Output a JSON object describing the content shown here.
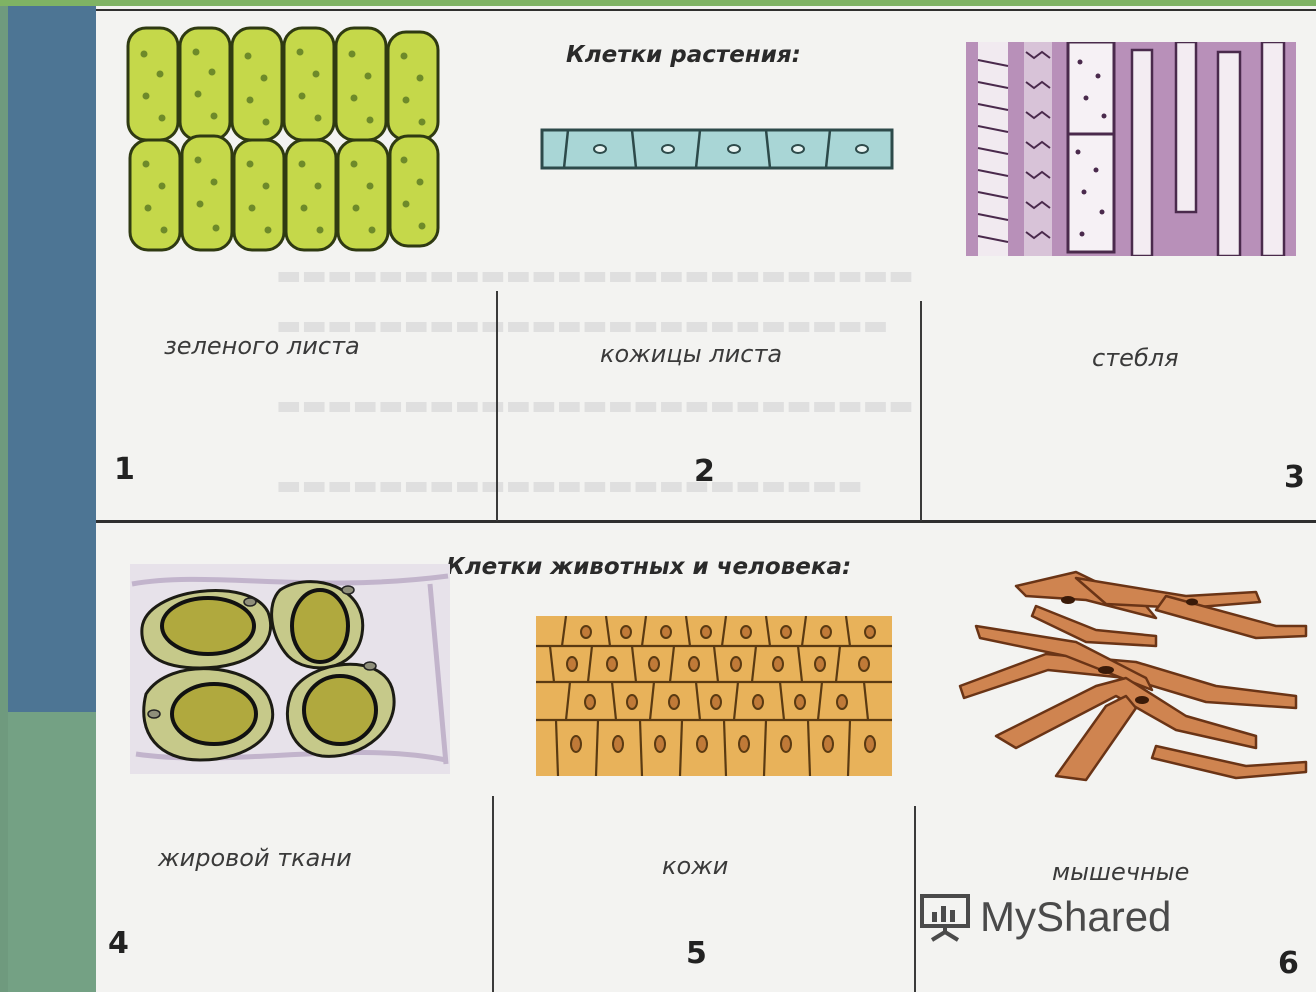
{
  "sections": {
    "plant_heading": "Клетки растения:",
    "animal_heading": "Клетки животных и человека:"
  },
  "cells": [
    {
      "number": "1",
      "caption": "зеленого листа"
    },
    {
      "number": "2",
      "caption": "кожицы листа"
    },
    {
      "number": "3",
      "caption": "стебля"
    },
    {
      "number": "4",
      "caption": "жировой ткани"
    },
    {
      "number": "5",
      "caption": "кожи"
    },
    {
      "number": "6",
      "caption": "мышечные"
    }
  ],
  "watermark": {
    "brand": "MyShared",
    "icon": "presentation-board-icon"
  },
  "colors": {
    "frame_green": "#7fb364",
    "stripe_blue": "#4d7594",
    "stripe_green": "#74a184",
    "leaf_cell": "#c5d84a",
    "epidermis_cell": "#a9d6d6",
    "stem_tissue": "#a77fa8",
    "fat_cell": "#c6c98a",
    "skin_tissue": "#e8b25a",
    "muscle_fiber": "#cf8450"
  }
}
